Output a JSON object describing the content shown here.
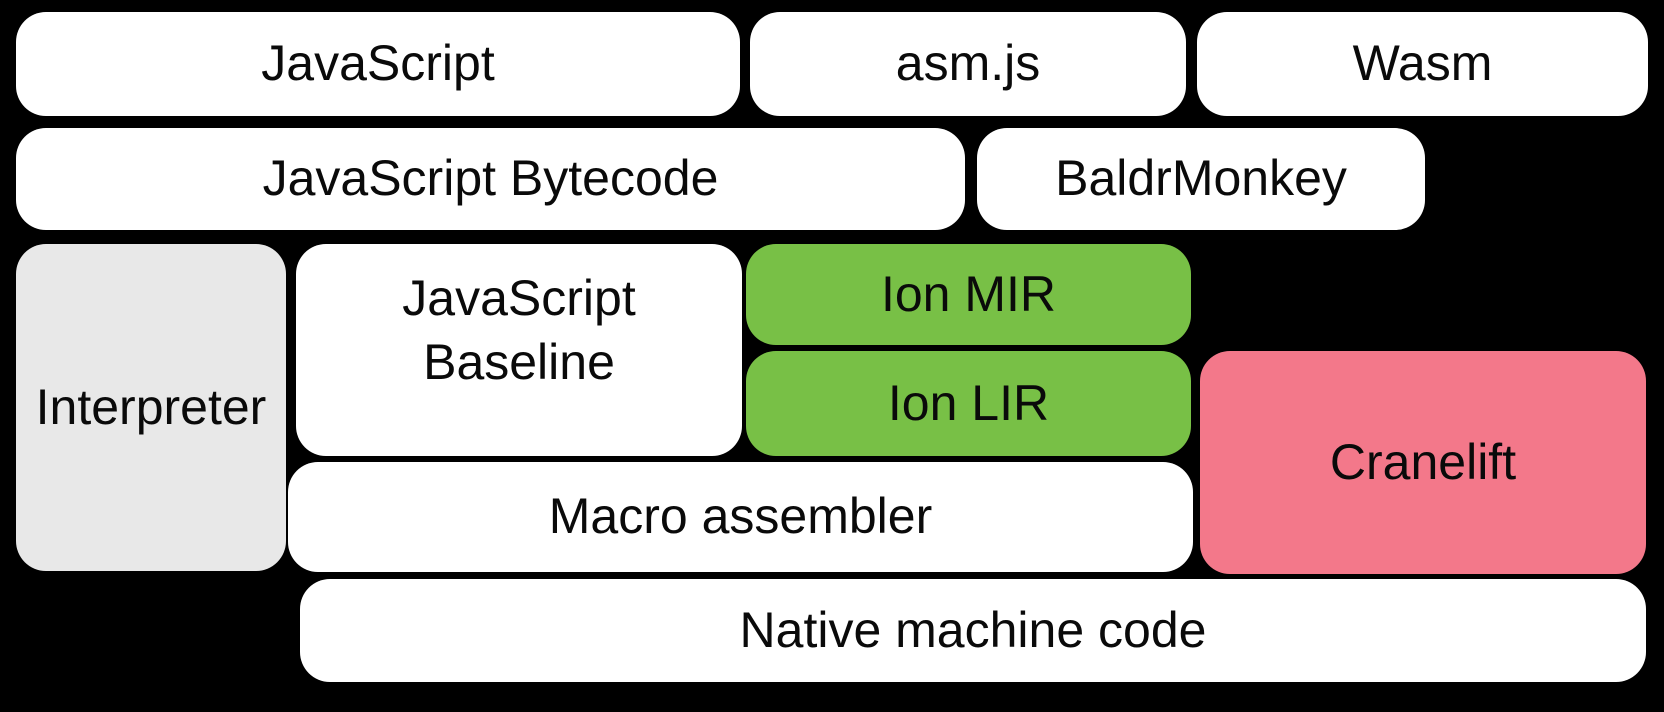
{
  "colors": {
    "bg": "#000000",
    "white": "#ffffff",
    "gray": "#e8e8e8",
    "green": "#78c046",
    "pink": "#f3788a",
    "text": "#0a0a0a"
  },
  "boxes": {
    "javascript": {
      "label": "JavaScript",
      "color": "#ffffff"
    },
    "asmjs": {
      "label": "asm.js",
      "color": "#ffffff"
    },
    "wasm": {
      "label": "Wasm",
      "color": "#ffffff"
    },
    "bytecode": {
      "label": "JavaScript Bytecode",
      "color": "#ffffff"
    },
    "baldrmonkey": {
      "label": "BaldrMonkey",
      "color": "#ffffff"
    },
    "interpreter": {
      "label": "Interpreter",
      "color": "#e8e8e8"
    },
    "baseline": {
      "line1": "JavaScript",
      "line2": "Baseline",
      "color": "#ffffff"
    },
    "ion_mir": {
      "label": "Ion MIR",
      "color": "#78c046"
    },
    "ion_lir": {
      "label": "Ion LIR",
      "color": "#78c046"
    },
    "cranelift": {
      "label": "Cranelift",
      "color": "#f3788a"
    },
    "macro_assembler": {
      "label": "Macro assembler",
      "color": "#ffffff"
    },
    "native_machine_code": {
      "label": "Native machine code",
      "color": "#ffffff"
    }
  }
}
